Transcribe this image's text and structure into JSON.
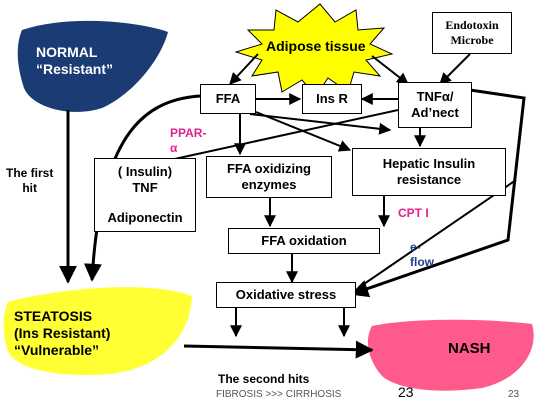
{
  "organs": {
    "normal": {
      "line1": "NORMAL",
      "line2": "“Resistant”",
      "color": "#1a3b73"
    },
    "steatosis": {
      "line1": "STEATOSIS",
      "line2": "(Ins Resistant)",
      "line3": "“Vulnerable”",
      "color": "#ffff33"
    },
    "nash": {
      "label": "NASH",
      "color": "#ff5a8c"
    }
  },
  "starburst": {
    "label": " Adipose tissue",
    "color": "#ffff00"
  },
  "boxes": {
    "endotoxin": [
      "Endotoxin",
      "Microbe"
    ],
    "ffa": " FFA",
    "ins_r": "Ins R",
    "tnf": [
      " TNFα/",
      "Ad’nect"
    ],
    "insulin_tnf": [
      "( Insulin)",
      " TNF",
      "",
      "Adiponectin"
    ],
    "ffa_enzymes": [
      " FFA oxidizing",
      "enzymes"
    ],
    "hepatic": [
      "Hepatic Insulin",
      "resistance"
    ],
    "ffa_oxidation": " FFA oxidation",
    "oxidative": "Oxidative stress"
  },
  "labels": {
    "first_hit": [
      "The first",
      "hit"
    ],
    "ppar": [
      " PPAR-",
      "α"
    ],
    "cpt": " CPT I",
    "eflow": [
      " e-",
      "flow"
    ],
    "second_hits": "The second hits"
  },
  "footer": {
    "progression": "FIBROSIS >>> CIRRHOSIS",
    "page_number_large": "23",
    "page_number_small": "23"
  }
}
